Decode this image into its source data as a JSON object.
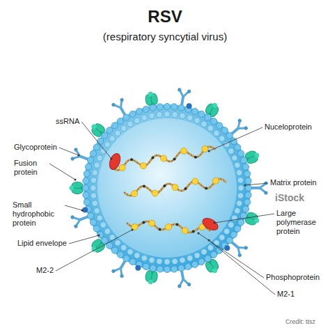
{
  "diagram": {
    "title": "RSV",
    "labels": [
      "(respiratory syncytial virus)",
      "ssRNA",
      "Glycoprotein",
      "Fusion protein",
      "Small hydrophobic protein",
      "Lipid envelope",
      "M2-2",
      "Nuceloprotein",
      "Matrix protein",
      "Large polymerase protein",
      "Phosphoprotein",
      "M2-1",
      "iStock",
      "Credit: ttsz"
    ]
  }
}
